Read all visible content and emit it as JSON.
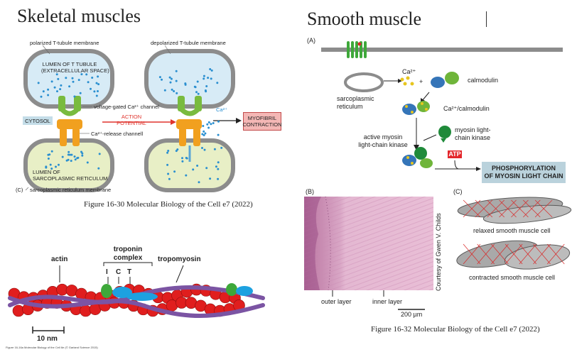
{
  "titles": {
    "skeletal": "Skeletal muscles",
    "smooth": "Smooth muscle"
  },
  "skeletal_diagram": {
    "polarized": "polarized T-tubule membrane",
    "depolarized": "depolarized T-tubule membrane",
    "lumen_tubule_1": "LUMEN OF T TUBULE",
    "lumen_tubule_2": "(EXTRACELLULAR SPACE)",
    "voltage_gated": "voltage-gated Ca²⁺ channel",
    "cytosol": "CYTOSOL",
    "action_1": "ACTION",
    "action_2": "POTENTIAL",
    "ca_release": "Ca²⁺-release channell",
    "ca_label": "Ca²⁺",
    "myofibril_1": "MYOFIBRIL",
    "myofibril_2": "CONTRACTION",
    "lumen_sr_1": "LUMEN OF",
    "lumen_sr_2": "SARCOPLASMIC RETICULUM",
    "panel_c": "(C)",
    "sr_membrane": "sarcoplasmic reticulum membrane",
    "figure_caption": "Figure 16-30 Molecular Biology of the Cell e7 (2022)"
  },
  "filament_diagram": {
    "actin": "actin",
    "troponin_1": "troponin",
    "troponin_2": "complex",
    "tropomyosin": "tropomyosin",
    "I": "I",
    "C": "C",
    "T": "T",
    "scale": "10 nm",
    "credit": "Figure 16-16a Molecular Biology of the Cell 6e (© Garland Science 2015)"
  },
  "smooth_diagram": {
    "panel_a": "(A)",
    "sarcoplasmic_1": "sarcoplasmic",
    "sarcoplasmic_2": "reticulum",
    "ca": "Ca²⁺",
    "plus": "+",
    "calmodulin": "calmodulin",
    "ca_calmodulin": "Ca²⁺/calmodulin",
    "mlck_1": "myosin light-",
    "mlck_2": "chain kinase",
    "active_1": "active myosin",
    "active_2": "light-chain kinase",
    "atp": "ATP",
    "phos_1": "PHOSPHORYLATION",
    "phos_2": "OF MYOSIN LIGHT CHAIN"
  },
  "micrograph": {
    "panel_b": "(B)",
    "courtesy": "Courtesy of Gwen V. Childs",
    "outer": "outer layer",
    "inner": "inner layer",
    "scale": "200 µm"
  },
  "cells": {
    "panel_c": "(C)",
    "relaxed": "relaxed smooth muscle cell",
    "contracted": "contracted smooth muscle cell"
  },
  "smooth_caption": "Figure 16-32 Molecular Biology of the Cell e7 (2022)",
  "colors": {
    "membrane": "#8c8c8c",
    "tubule_fill": "#d7ebf6",
    "sr_fill": "#e8efc6",
    "channel_green": "#79bb3f",
    "channel_orange": "#f1a01f",
    "ca_dot": "#2a8fd0",
    "action_red": "#e0342d",
    "myofibril_box": "#f4b7b5",
    "cytosol_box": "#c4dde8",
    "actin_red": "#e01e1e",
    "tropomyosin_purple": "#7b54a3",
    "troponin_blue": "#1da1e0",
    "phos_box": "#bad2dc"
  }
}
